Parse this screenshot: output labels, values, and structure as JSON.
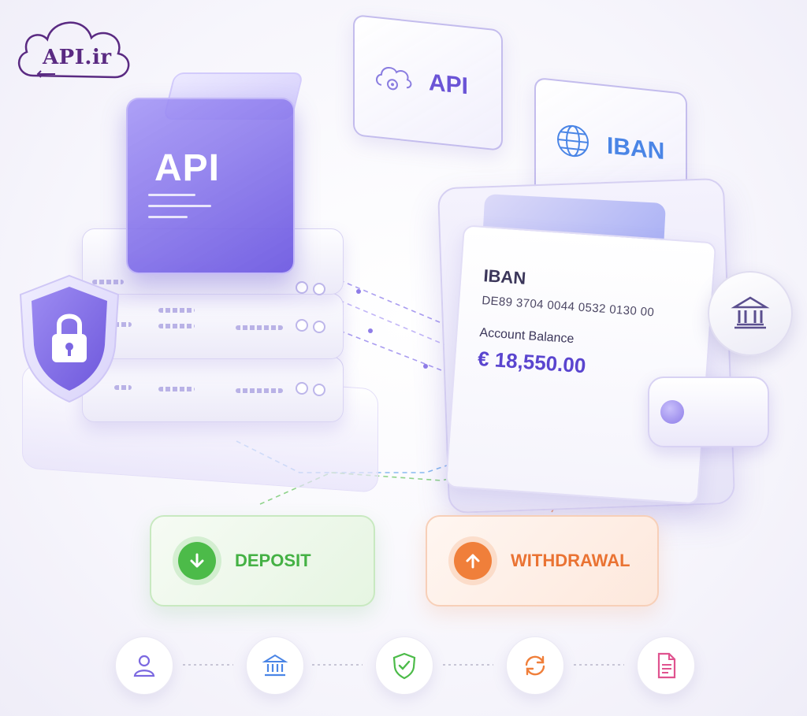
{
  "logo": {
    "text": "API.ir"
  },
  "floating_cards": {
    "api_label": "API",
    "iban_label": "IBAN"
  },
  "server": {
    "cube_label": "API"
  },
  "account_card": {
    "title": "IBAN",
    "iban_number": "DE89 3704 0044 0532 0130 00",
    "balance_label": "Account Balance",
    "balance_value": "€ 18,550.00"
  },
  "actions": {
    "deposit_label": "DEPOSIT",
    "withdrawal_label": "WITHDRAWAL"
  },
  "bottom_icons": [
    "user-icon",
    "bank-icon",
    "shield-check-icon",
    "refresh-icon",
    "document-icon"
  ],
  "colors": {
    "brand": "#5a2a82",
    "accent_purple": "#6b54d6",
    "accent_blue": "#4a85e6",
    "deposit_green": "#4cbb49",
    "withdrawal_orange": "#f07f3a"
  }
}
